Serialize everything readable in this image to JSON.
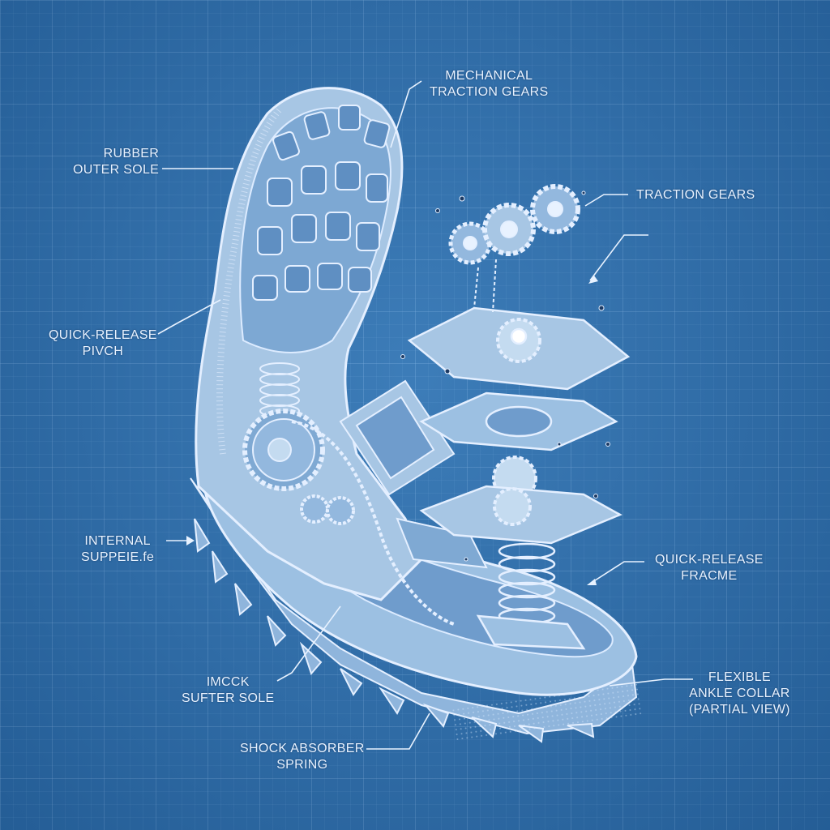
{
  "diagram": {
    "labels": {
      "mechanical_traction_gears": [
        "MECHANICAL",
        "TRACTION GEARS"
      ],
      "rubber_outer_sole": [
        "RUBBER",
        "OUTER SOLE"
      ],
      "traction_gears": [
        "TRACTION GEARS"
      ],
      "quick_release_pivch": [
        "QUICK-RELEASE",
        "PIVCH"
      ],
      "internal_suppe": [
        "INTERNAL",
        "SUPPEIE.fe"
      ],
      "quick_release_frame": [
        "QUICK-RELEASE",
        "FRACME"
      ],
      "imcck_sufter_sole": [
        "IMCCK",
        "SUFTER SOLE"
      ],
      "flexible_ankle_collar": [
        "FLEXIBLE",
        "ANKLE COLLAR",
        "(PARTIAL VIEW)"
      ],
      "shock_absorber_spring": [
        "SHOCK ABSORBER",
        "SPRING"
      ]
    },
    "colors": {
      "background": "#2d6fab",
      "line": "#dcebff",
      "fill_light": "#a9c8e6",
      "fill_mid": "#7fa9d3"
    }
  }
}
